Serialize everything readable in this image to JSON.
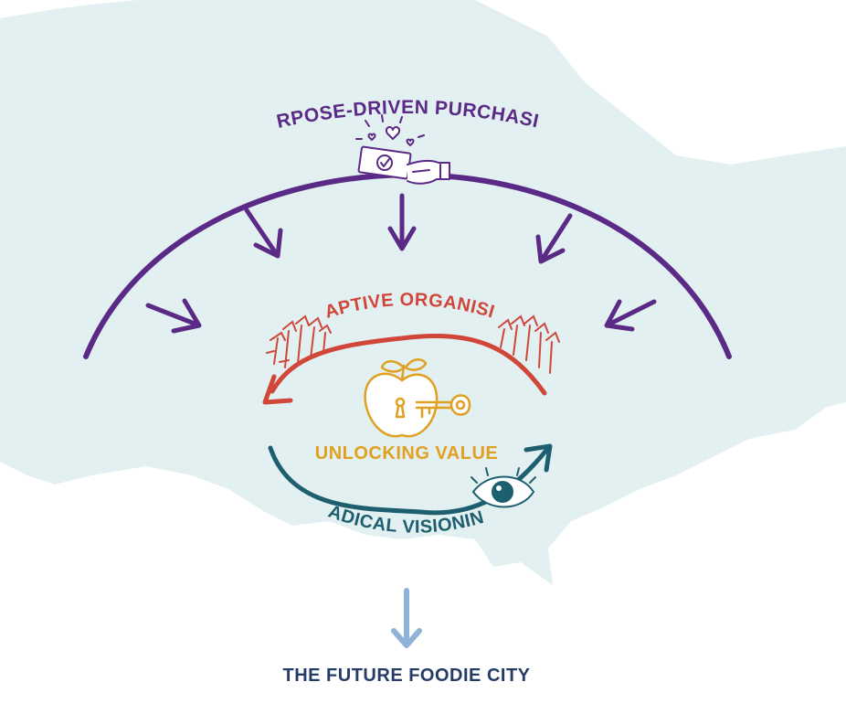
{
  "colors": {
    "background": "#ffffff",
    "map": "#e3f0f1",
    "purple": "#5b2a86",
    "red": "#d0473a",
    "gold": "#e0a020",
    "teal": "#1d5f6e",
    "light_blue": "#8fb2d8",
    "navy": "#243c66"
  },
  "icons": {
    "purchasing": "hand-money-hearts-icon",
    "organising": "raised-hands-icon",
    "value": "apple-key-icon",
    "visioning": "eye-icon"
  },
  "labels": {
    "purpose_driven_purchasing": "PURPOSE-DRIVEN PURCHASING",
    "adaptive_organising": "ADAPTIVE ORGANISING",
    "unlocking_value": "UNLOCKING VALUE",
    "radical_visioning": "RADICAL VISIONING",
    "future_foodie_city": "THE FUTURE FOODIE CITY"
  }
}
